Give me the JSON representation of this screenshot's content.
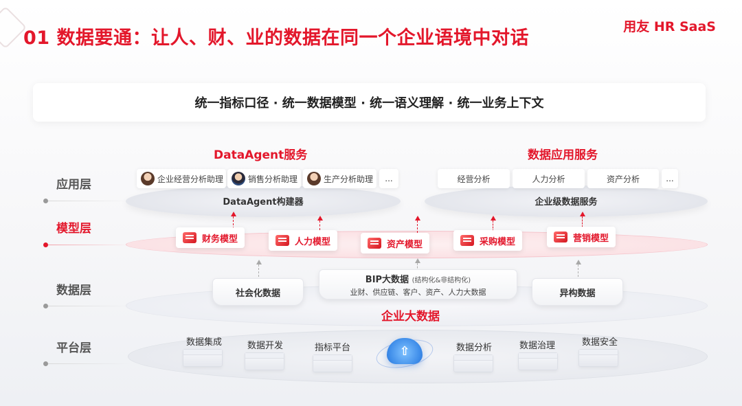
{
  "header": {
    "title": "01 数据要通：让人、财、业的数据在同一个企业语境中对话",
    "brand": "用友 HR SaaS"
  },
  "banner": "统一指标口径 · 统一数据模型 · 统一语义理解 · 统一业务上下文",
  "sections": {
    "dataagent": "DataAgent服务",
    "data_app": "数据应用服务"
  },
  "layers": {
    "app": "应用层",
    "model": "模型层",
    "data": "数据层",
    "platform": "平台层"
  },
  "app_layer": {
    "assistants": [
      "企业经营分析助理",
      "销售分析助理",
      "生产分析助理",
      "..."
    ],
    "analysis": [
      "经营分析",
      "人力分析",
      "资产分析",
      "..."
    ],
    "builder": "DataAgent构建器",
    "enterprise_service": "企业级数据服务"
  },
  "model_layer": {
    "models": [
      "财务模型",
      "人力模型",
      "资产模型",
      "采购模型",
      "营销模型"
    ]
  },
  "data_layer": {
    "social": "社会化数据",
    "bip_main": "BIP大数据",
    "bip_note": "(结构化&非结构化)",
    "bip_sub": "业财、供应链、客户、资产、人力大数据",
    "hetero": "异构数据",
    "enterprise": "企业大数据"
  },
  "platform_layer": {
    "items": [
      "数据集成",
      "数据开发",
      "指标平台",
      "数据分析",
      "数据治理",
      "数据安全"
    ]
  },
  "colors": {
    "accent": "#e3172b",
    "cloud": "#3b8ae8"
  },
  "icons": [
    "cloud-upload-icon",
    "model-cube-icon",
    "avatar-icon"
  ]
}
